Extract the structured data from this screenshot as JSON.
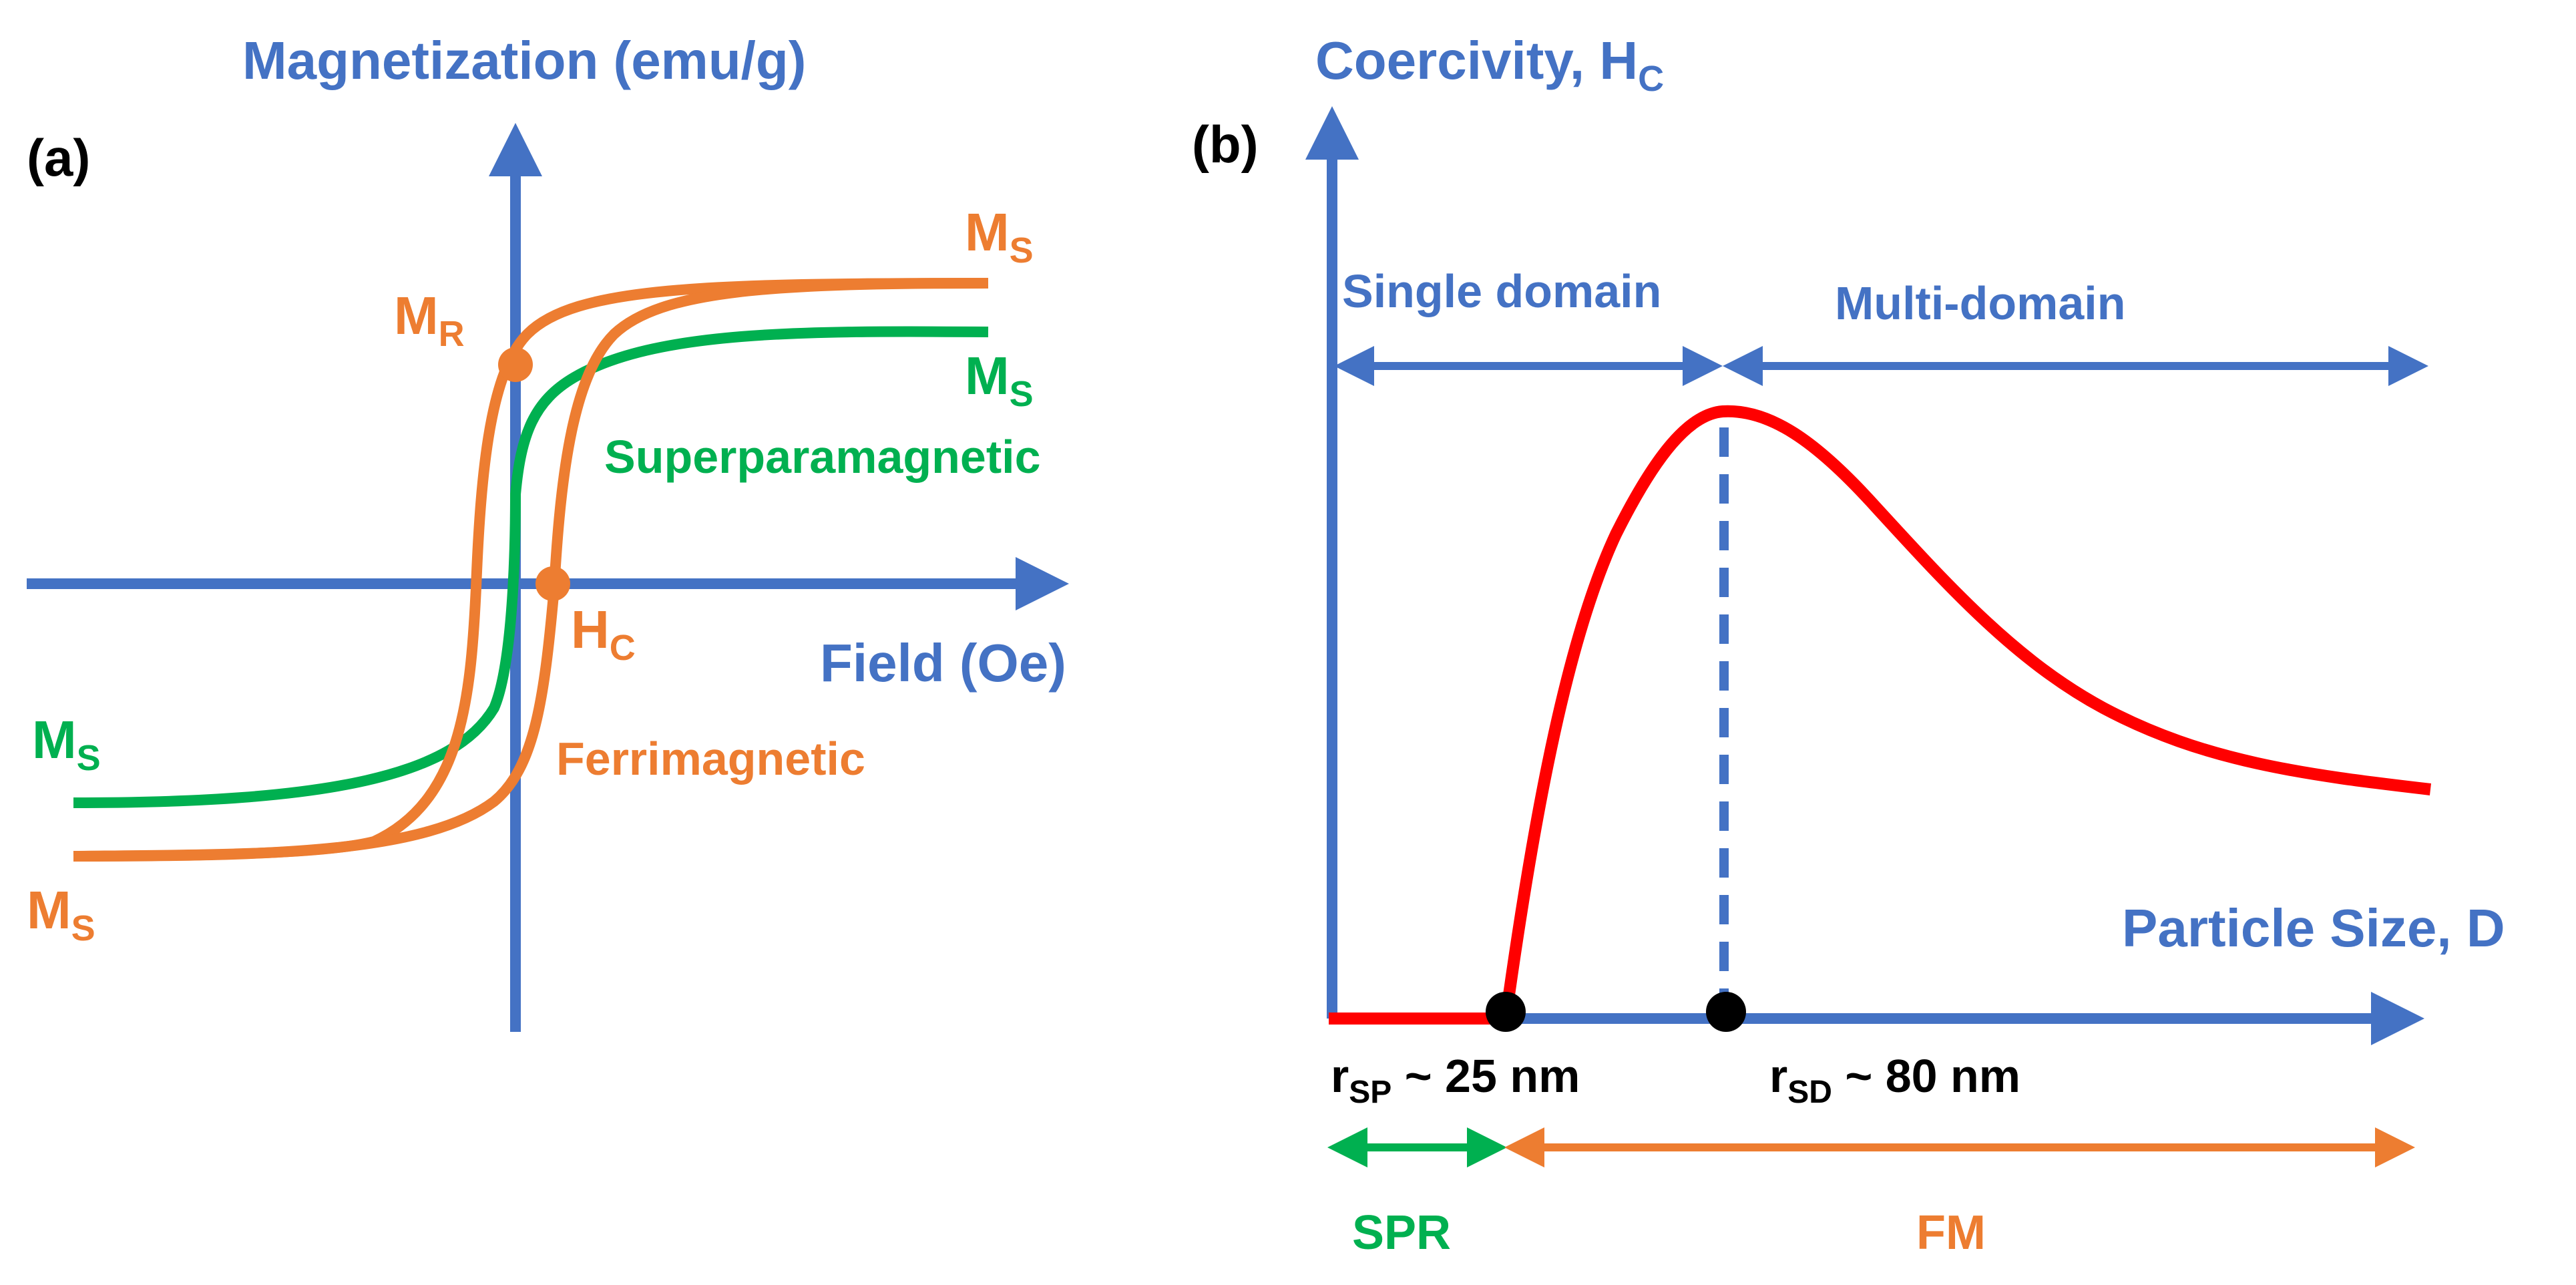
{
  "colors": {
    "axis": "#4472C4",
    "ferrimagnetic": "#ED7D31",
    "superparamagnetic": "#00B050",
    "coercivity_curve": "#FF0000",
    "marker": "#000000"
  },
  "panel_a": {
    "label": "(a)",
    "y_axis_label": "Magnetization (emu/g)",
    "x_axis_label": "Field (Oe)",
    "ms_top_orange": {
      "main": "M",
      "sub": "S"
    },
    "ms_top_green": {
      "main": "M",
      "sub": "S"
    },
    "ms_left_green": {
      "main": "M",
      "sub": "S"
    },
    "ms_left_orange": {
      "main": "M",
      "sub": "S"
    },
    "mr": {
      "main": "M",
      "sub": "R"
    },
    "hc": {
      "main": "H",
      "sub": "C"
    },
    "superparamagnetic_label": "Superparamagnetic",
    "ferrimagnetic_label": "Ferrimagnetic"
  },
  "panel_b": {
    "label": "(b)",
    "y_axis_label": {
      "main": "Coercivity, H",
      "sub": "C"
    },
    "x_axis_label": "Particle Size, D",
    "single_domain_label": "Single domain",
    "multi_domain_label": "Multi-domain",
    "rsp": {
      "main": "r",
      "sub": "SP",
      "rest": " ~ 25 nm"
    },
    "rsd": {
      "main": "r",
      "sub": "SD",
      "rest": " ~ 80 nm"
    },
    "spr_label": "SPR",
    "fm_label": "FM"
  }
}
